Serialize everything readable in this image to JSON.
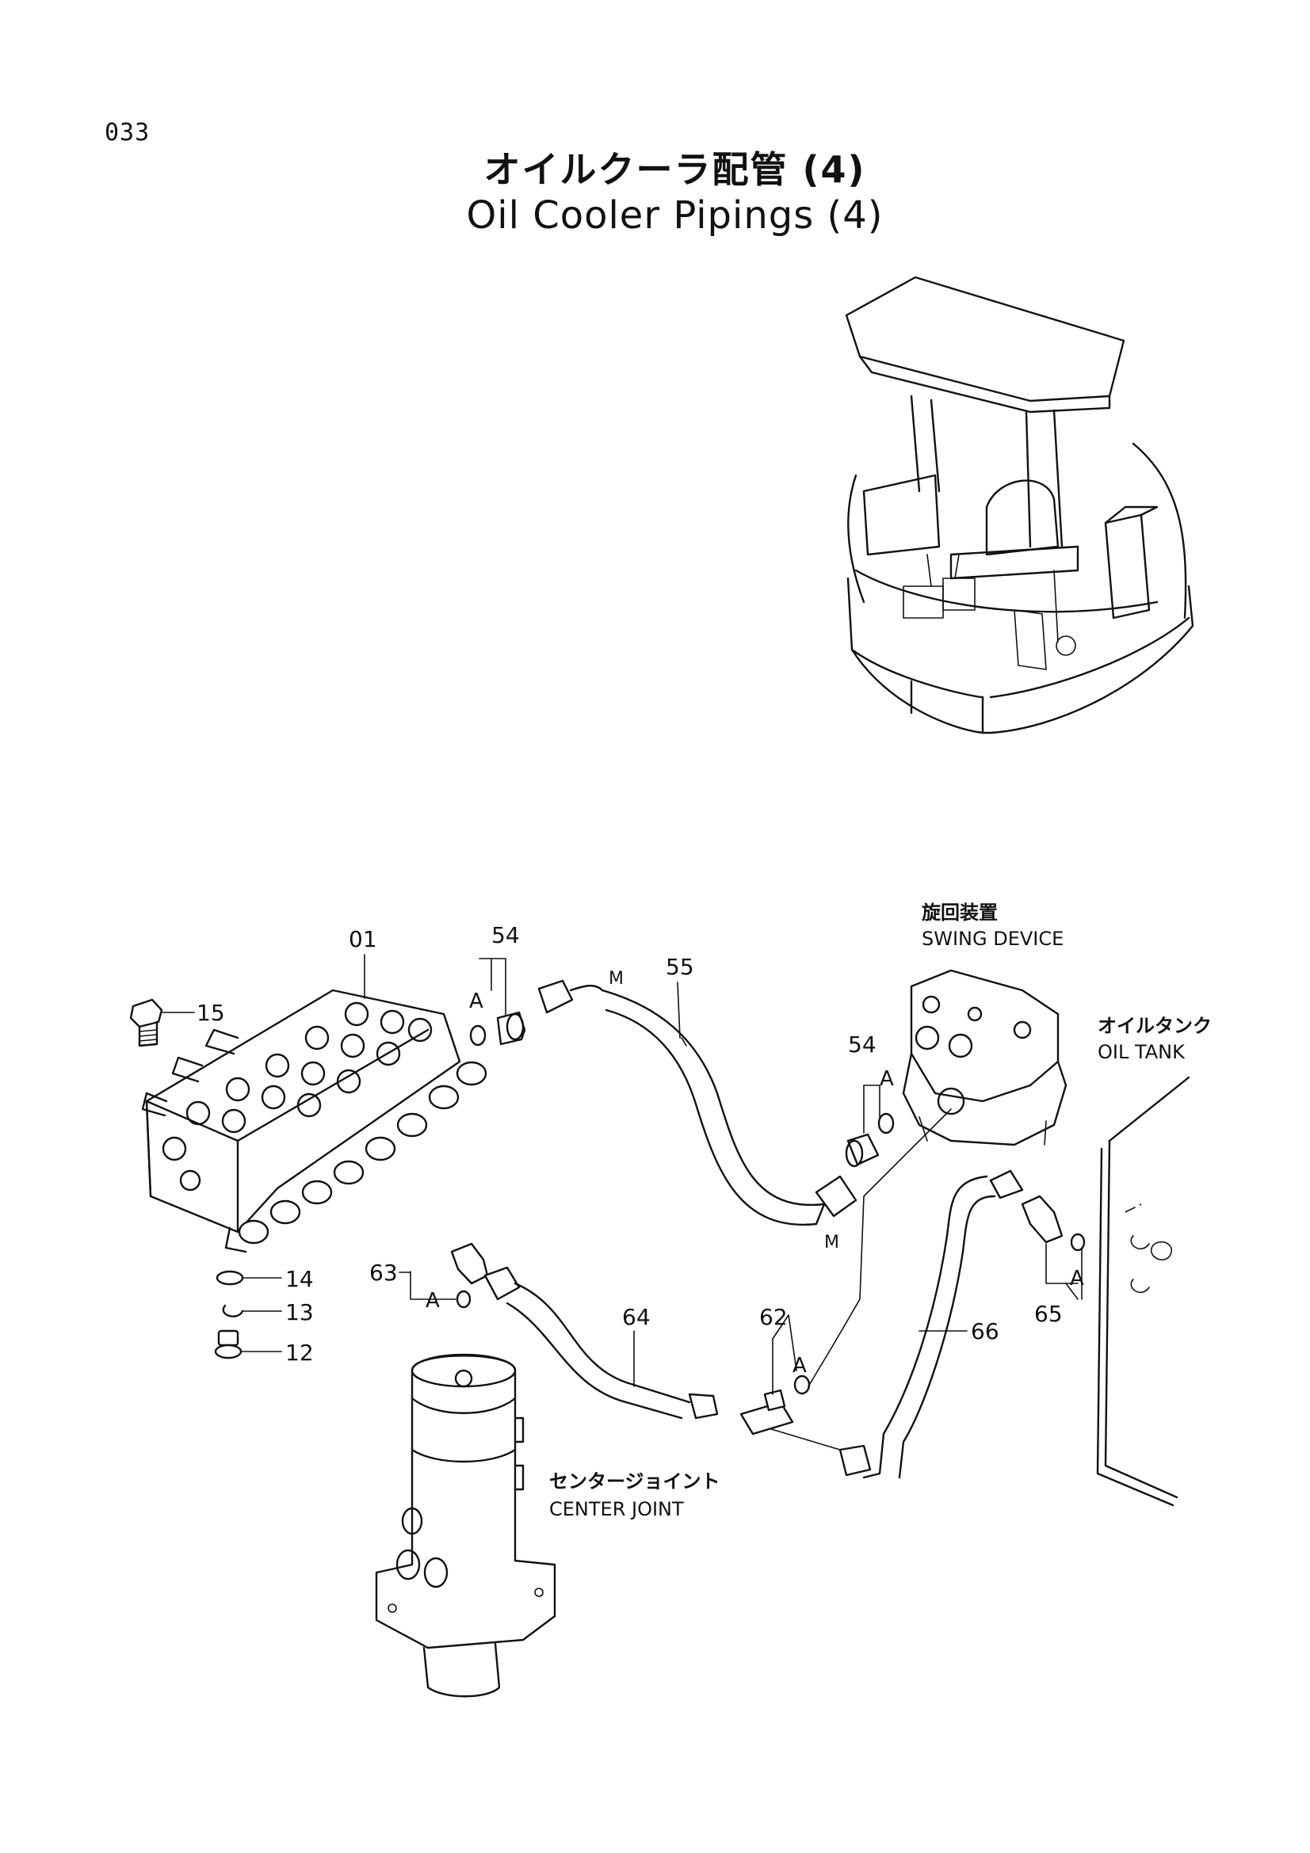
{
  "page": {
    "number": "033",
    "title_ja": "オイルクーラ配管 (4)",
    "title_en": "Oil Cooler Pipings (4)"
  },
  "components": {
    "swing_device_ja": "旋回装置",
    "swing_device_en": "SWING DEVICE",
    "oil_tank_ja": "オイルタンク",
    "oil_tank_en": "OIL TANK",
    "center_joint_ja": "センタージョイント",
    "center_joint_en": "CENTER JOINT"
  },
  "part_numbers": {
    "p01": "01",
    "p15": "15",
    "p14": "14",
    "p13": "13",
    "p12": "12",
    "p54_top": "54",
    "p55": "55",
    "p54_right": "54",
    "p63": "63",
    "p64": "64",
    "p62": "62",
    "p66": "66",
    "p65": "65"
  },
  "markers": {
    "a": "A",
    "m": "M"
  },
  "colors": {
    "ink": "#111111",
    "paper": "#ffffff"
  }
}
